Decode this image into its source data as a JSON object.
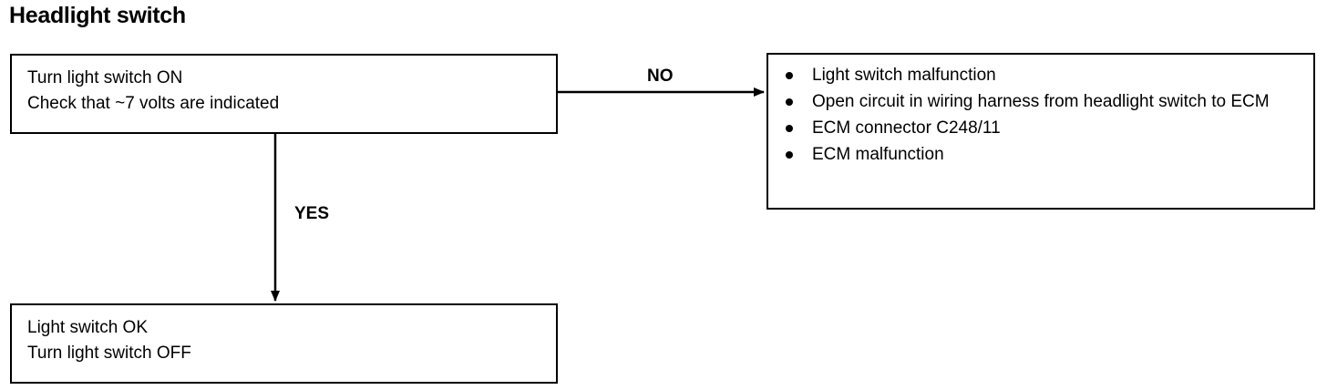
{
  "title": "Headlight switch",
  "check_box": {
    "lines": [
      "Turn light switch ON",
      "Check that ~7 volts are indicated"
    ]
  },
  "ok_box": {
    "lines": [
      "Light switch OK",
      "Turn light switch OFF"
    ]
  },
  "fault_box": {
    "items": [
      "Light switch malfunction",
      "Open circuit in wiring harness from headlight switch to ECM",
      "ECM connector C248/11",
      "ECM malfunction"
    ]
  },
  "edges": {
    "no_label": "NO",
    "yes_label": "YES"
  }
}
